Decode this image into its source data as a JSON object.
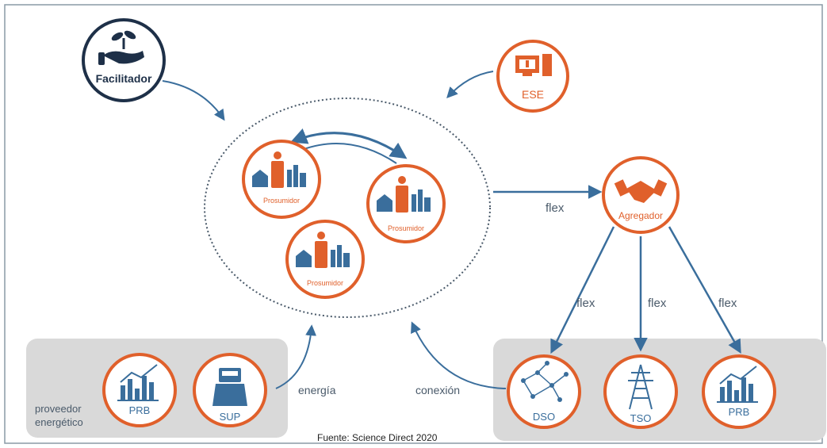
{
  "nodes": {
    "facilitador": {
      "label": "Facilitador",
      "icon": "plant-in-hand-icon"
    },
    "ese": {
      "label": "ESE",
      "icon": "monitor-server-icon"
    },
    "agregador": {
      "label": "Agregador",
      "icon": "handshake-icon"
    },
    "prosumidor_1": {
      "label": "Prosumidor",
      "icon": "person-house-factory-icon"
    },
    "prosumidor_2": {
      "label": "Prosumidor",
      "icon": "person-house-factory-icon"
    },
    "prosumidor_3": {
      "label": "Prosumidor",
      "icon": "person-house-factory-icon"
    },
    "prb_left": {
      "label": "PRB",
      "icon": "bar-chart-icon"
    },
    "sup": {
      "label": "SUP",
      "icon": "meter-icon"
    },
    "dso": {
      "label": "DSO",
      "icon": "network-icon"
    },
    "tso": {
      "label": "TSO",
      "icon": "transmission-tower-icon"
    },
    "prb_right": {
      "label": "PRB",
      "icon": "bar-chart-icon"
    }
  },
  "edges": {
    "agregador_flex": "flex",
    "dso_flex": "flex",
    "tso_flex": "flex",
    "prb_flex": "flex",
    "energia": "energía",
    "conexion": "conexión"
  },
  "groups": {
    "provider_label_line1": "proveedor",
    "provider_label_line2": "energético"
  },
  "caption": "Fuente: Science Direct 2020",
  "colors": {
    "orange": "#e0602b",
    "navy": "#1e3048",
    "blue": "#3a6e9c",
    "steel": "#3a6e9c",
    "gray_box": "#d9d9d9"
  }
}
